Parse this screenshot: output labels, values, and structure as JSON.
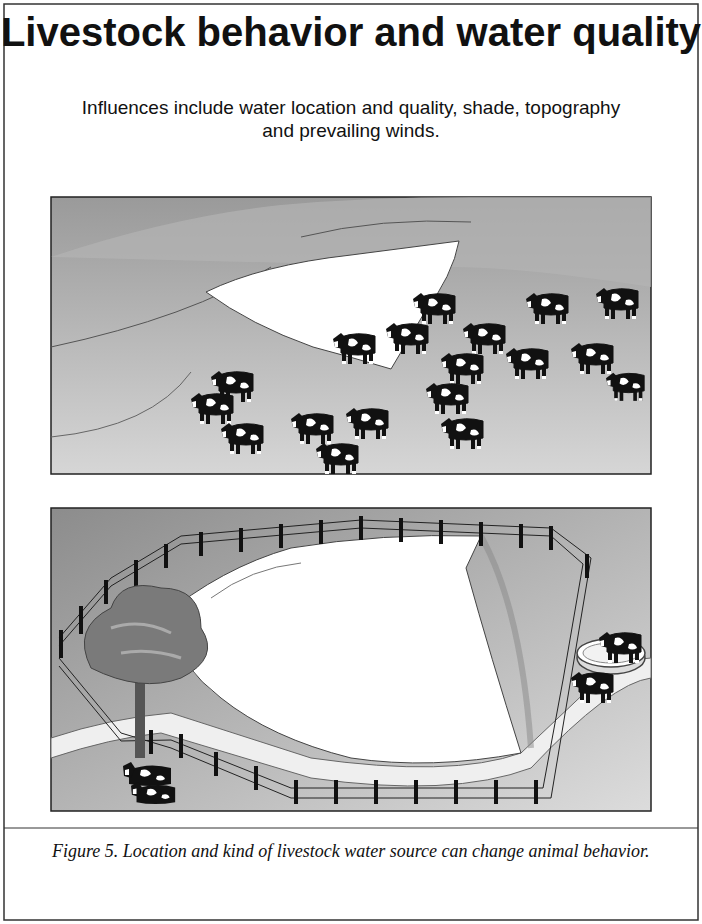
{
  "diagram": {
    "title": "Livestock behavior and water quality",
    "caption": "Figure 5. Location and kind of livestock water source can change animal behavior.",
    "labels": [
      "Influences include water location and quality, shade, topography and prevailing winds."
    ]
  }
}
